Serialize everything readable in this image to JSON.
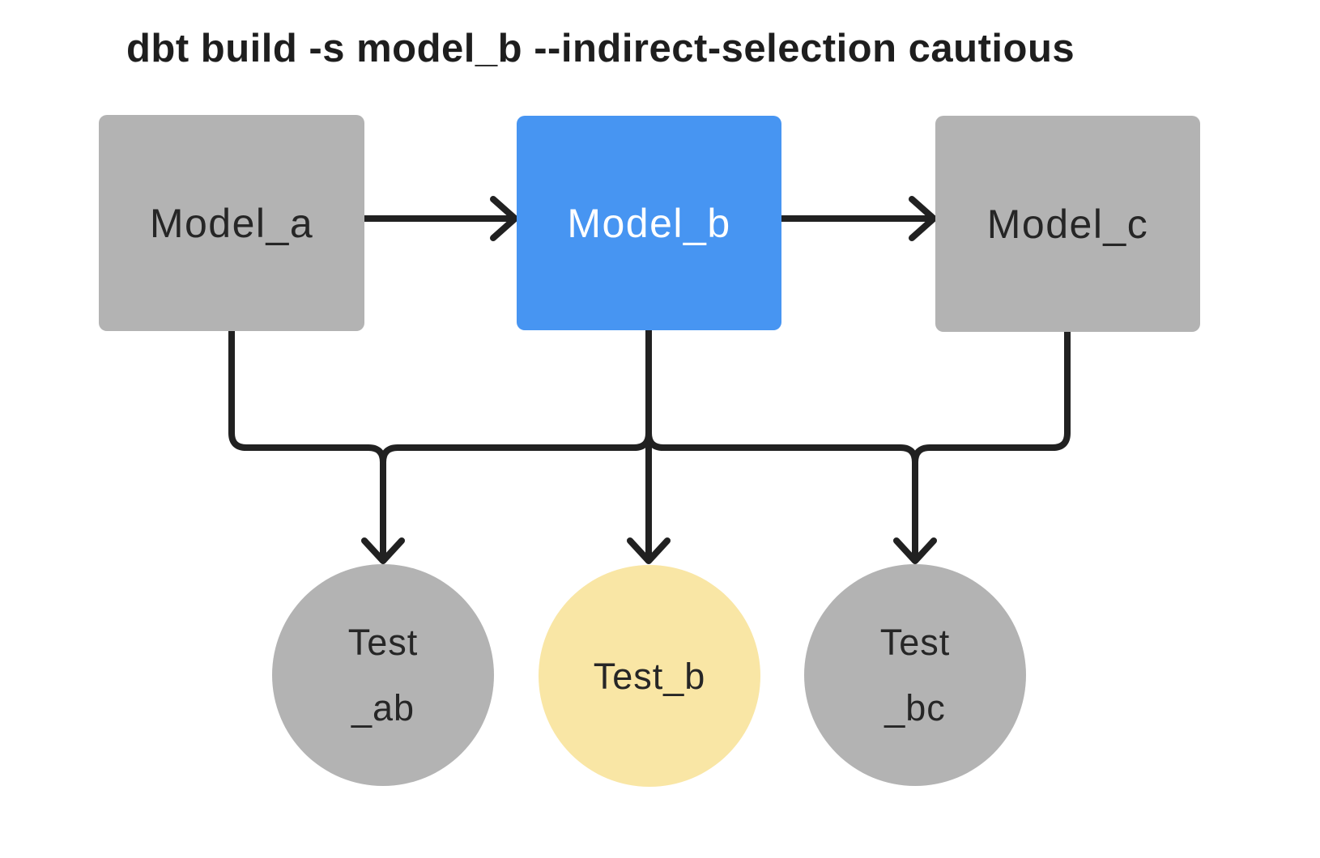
{
  "title": "dbt build -s model_b --indirect-selection cautious",
  "colors": {
    "background": "#FFFFFF",
    "selected_model_fill": "#4795F2",
    "unselected_fill": "#B3B3B3",
    "included_test_fill": "#F9E6A5",
    "edge_stroke": "#212121",
    "title_text": "#1E1E1E",
    "dark_label_text": "#262626",
    "light_label_text": "#FFFFFF"
  },
  "models": [
    {
      "id": "model_a",
      "label": "Model_a",
      "selected": false
    },
    {
      "id": "model_b",
      "label": "Model_b",
      "selected": true
    },
    {
      "id": "model_c",
      "label": "Model_c",
      "selected": false
    }
  ],
  "tests": [
    {
      "id": "test_ab",
      "label_lines": [
        "Test",
        "_ab"
      ],
      "included": false
    },
    {
      "id": "test_b",
      "label_lines": [
        "Test_b"
      ],
      "included": true
    },
    {
      "id": "test_bc",
      "label_lines": [
        "Test",
        "_bc"
      ],
      "included": false
    }
  ],
  "edges": [
    {
      "from": "model_a",
      "to": "model_b"
    },
    {
      "from": "model_b",
      "to": "model_c"
    },
    {
      "from": "model_a",
      "to": "test_ab"
    },
    {
      "from": "model_b",
      "to": "test_ab"
    },
    {
      "from": "model_b",
      "to": "test_b"
    },
    {
      "from": "model_b",
      "to": "test_bc"
    },
    {
      "from": "model_c",
      "to": "test_bc"
    }
  ]
}
